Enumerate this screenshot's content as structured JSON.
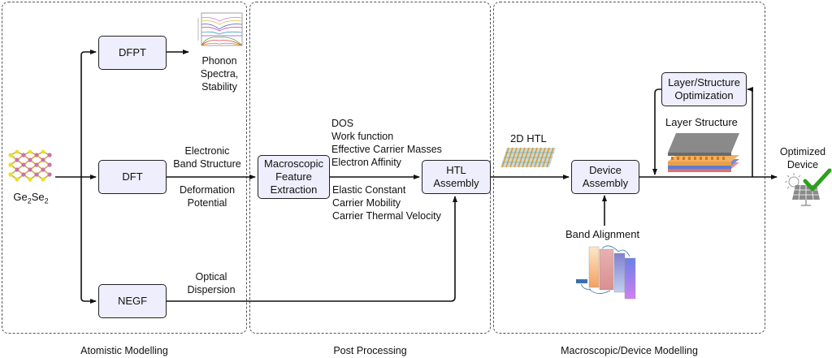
{
  "panels": [
    {
      "label": "Atomistic Modelling"
    },
    {
      "label": "Post Processing"
    },
    {
      "label": "Macroscopic/Device Modelling"
    }
  ],
  "material": {
    "name_main": "Ge",
    "sub1": "2",
    "name_mid": "Se",
    "sub2": "2"
  },
  "boxes": {
    "dfpt": "DFPT",
    "dft": "DFT",
    "negf": "NEGF",
    "macro_line1": "Macroscopic",
    "macro_line2": "Feature",
    "macro_line3": "Extraction",
    "htl_line1": "HTL",
    "htl_line2": "Assembly",
    "device_line1": "Device",
    "device_line2": "Assembly",
    "opt_line1": "Layer/Structure",
    "opt_line2": "Optimization"
  },
  "labels": {
    "phonon": [
      "Phonon",
      "Spectra,",
      "Stability"
    ],
    "electronic": [
      "Electronic",
      "Band Structure"
    ],
    "deformation": [
      "Deformation",
      "Potential"
    ],
    "optical": [
      "Optical",
      "Dispersion"
    ],
    "features_above": [
      "DOS",
      "Work function",
      "Effective Carrier Masses",
      "Electron Affinity"
    ],
    "features_below": [
      "Elastic Constant",
      "Carrier Mobility",
      "Carrier Thermal Velocity"
    ],
    "htl_2d": "2D HTL",
    "layer_structure": "Layer Structure",
    "band_alignment": "Band Alignment",
    "optimized": [
      "Optimized",
      "Device"
    ]
  },
  "icons": {
    "phonon_plot": "phonon-dispersion-plot",
    "crystal": "ge2se2-lattice",
    "htl_sheet": "2d-htl-sheet",
    "layer_stack": "layer-stack",
    "band_diagram": "band-alignment-diagram",
    "solar_panel": "solar-panel-icon",
    "checkmark": "green-checkmark"
  },
  "colors": {
    "box_fill": "#eeeefc",
    "check": "#2f9e1f"
  }
}
